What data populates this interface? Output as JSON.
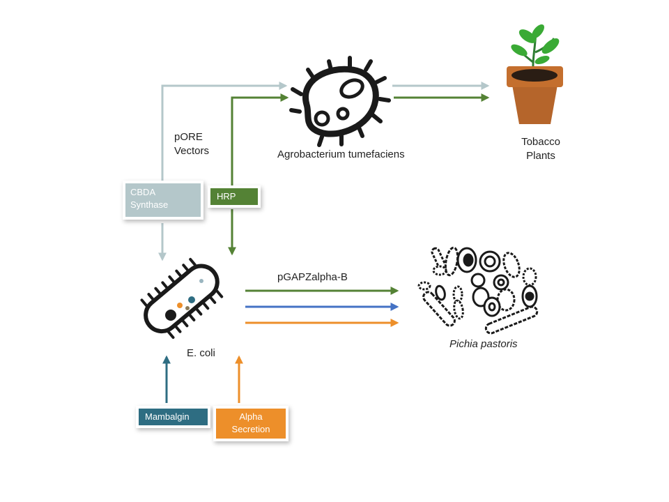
{
  "labels": {
    "agro": "Agrobacterium tumefaciens",
    "tobacco": "Tobacco\nPlants",
    "pore": "pORE\nVectors",
    "ecoli": "E. coli",
    "pgap": "pGAPZalpha-B",
    "pichia": "Pichia pastoris"
  },
  "boxes": {
    "cbda": "CBDA\nSynthase",
    "hrp": "HRP",
    "mambalgin": "Mambalgin",
    "alpha": "Alpha\nSecretion"
  },
  "colors": {
    "gray": "#b4c7ca",
    "green": "#548235",
    "blue": "#4472c4",
    "teal": "#2e6d82",
    "orange": "#ed8f2a",
    "pot": "#b5652b",
    "leaf": "#3aaa35"
  },
  "icons": [
    "bacterium-icon",
    "ecoli-icon",
    "plant-pot-icon",
    "yeast-cells-icon"
  ]
}
